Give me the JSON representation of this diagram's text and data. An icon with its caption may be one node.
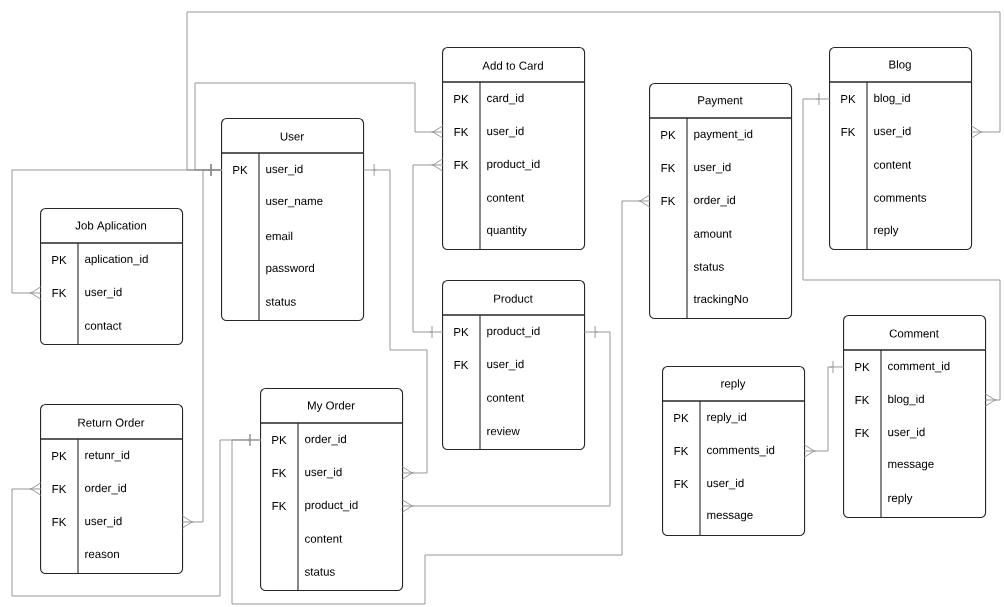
{
  "diagram": {
    "nodes": [
      {
        "text": [
          "User",
          "PK",
          "user_id",
          "user_name",
          "email",
          "password",
          "status"
        ]
      },
      {
        "text": [
          "Job Aplication",
          "PK",
          "aplication_id",
          "FK",
          "user_id",
          "contact"
        ]
      },
      {
        "text": [
          "Return Order",
          "PK",
          "retunr_id",
          "FK",
          "order_id",
          "FK",
          "user_id",
          "reason"
        ]
      },
      {
        "text": [
          "My Order",
          "PK",
          "order_id",
          "FK",
          "user_id",
          "FK",
          "product_id",
          "content",
          "status"
        ]
      },
      {
        "text": [
          "Add to Card",
          "PK",
          "card_id",
          "FK",
          "user_id",
          "FK",
          "product_id",
          "content",
          "quantity"
        ]
      },
      {
        "text": [
          "Product",
          "PK",
          "product_id",
          "FK",
          "user_id",
          "content",
          "review"
        ]
      },
      {
        "text": [
          "Payment",
          "PK",
          "payment_id",
          "FK",
          "user_id",
          "FK",
          "order_id",
          "amount",
          "status",
          "trackingNo"
        ]
      },
      {
        "text": [
          "reply",
          "PK",
          "reply_id",
          "FK",
          "comments_id",
          "FK",
          "user_id",
          "message"
        ]
      },
      {
        "text": [
          "Comment",
          "PK",
          "comment_id",
          "FK",
          "blog_id",
          "FK",
          "user_id",
          "message",
          "reply"
        ]
      },
      {
        "text": [
          "Blog",
          "PK",
          "blog_id",
          "FK",
          "user_id",
          "content",
          "comments",
          "reply"
        ]
      }
    ],
    "edges": [
      {
        "from": 0,
        "to": 1,
        "arrow": "other"
      },
      {
        "from": 0,
        "to": 4,
        "arrow": "other"
      },
      {
        "from": 0,
        "to": 9,
        "arrow": "other"
      },
      {
        "from": 0,
        "to": 2,
        "arrow": "other"
      },
      {
        "from": 0,
        "to": 3,
        "arrow": "other"
      },
      {
        "from": 5,
        "to": 4,
        "arrow": "other"
      },
      {
        "from": 5,
        "to": 3,
        "arrow": "other"
      },
      {
        "from": 3,
        "to": 2,
        "arrow": "other"
      },
      {
        "from": 3,
        "to": 6,
        "arrow": "other"
      },
      {
        "from": 9,
        "to": 8,
        "arrow": "other"
      },
      {
        "from": 8,
        "to": 7,
        "arrow": "other"
      }
    ]
  }
}
